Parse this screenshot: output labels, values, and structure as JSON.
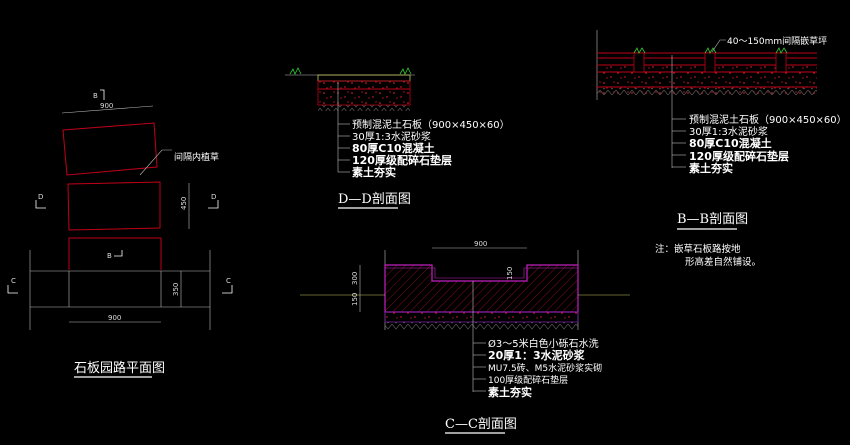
{
  "plan": {
    "title": "石板园路平面图",
    "dim_top": "900",
    "dim_bottom": "900",
    "dim_height_slab": "450",
    "dim_width_path": "350",
    "grass_note": "间隔内植草",
    "marker_b_top": "B",
    "marker_b": "B",
    "marker_d_left": "D",
    "marker_d_right": "D",
    "marker_c_left": "C",
    "marker_c_right": "C"
  },
  "section_dd": {
    "title": "D—D剖面图",
    "layers": [
      "预制混泥土石板（900×450×60）",
      "30厚1:3水泥砂浆",
      "80厚C10混凝土",
      "120厚级配碎石垫层",
      "素土夯实"
    ]
  },
  "section_bb": {
    "title": "B—B剖面图",
    "top_note": "40～150mm间隔嵌草坪",
    "layers": [
      "预制混泥土石板（900×450×60）",
      "30厚1:3水泥砂浆",
      "80厚C10混凝土",
      "120厚级配碎石垫层",
      "素土夯实"
    ],
    "note_line1": "注：嵌草石板路按地",
    "note_line2": "形高差自然铺设。"
  },
  "section_cc": {
    "title": "C—C剖面图",
    "dim_width": "900",
    "dim_depth": "150",
    "dim_left_top": "300",
    "dim_left_bottom": "150",
    "layers": [
      "Ø3～5米白色小砾石水洗",
      "20厚1：3水泥砂浆",
      "MU7.5砖、M5水泥砂浆实砌",
      "100厚级配碎石垫层",
      "素土夯实"
    ]
  },
  "colors": {
    "background": "#000000",
    "red": "#c00018",
    "magenta": "#c020c0",
    "yellow": "#c8c860"
  }
}
